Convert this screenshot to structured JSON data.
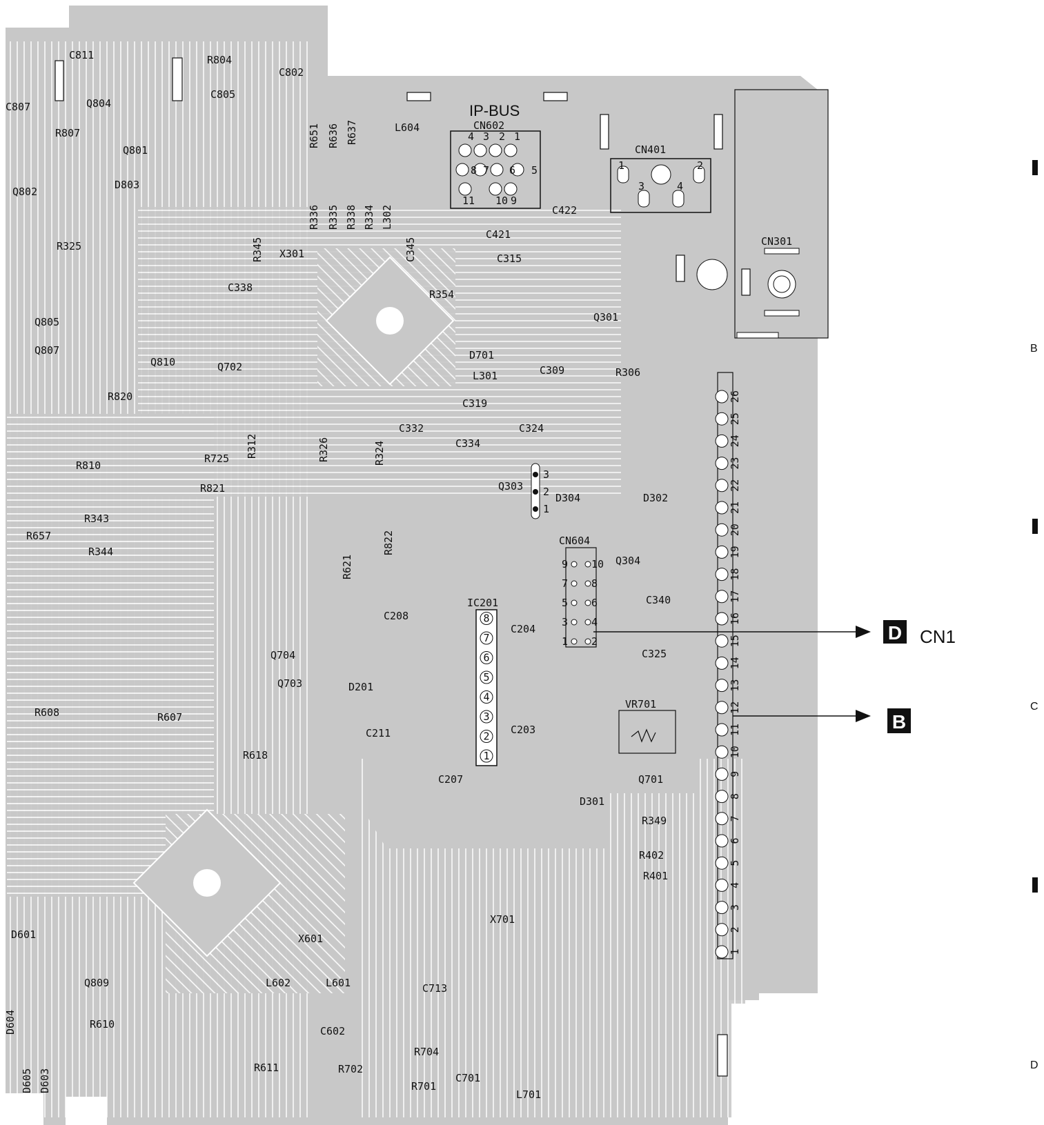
{
  "diagram": {
    "connector_labels": {
      "ip_bus": "IP-BUS",
      "cn602": "CN602",
      "cn401": "CN401",
      "cn301": "CN301",
      "cn604": "CN604",
      "ic201": "IC201",
      "vr701": "VR701"
    },
    "cn602_pins": [
      "1",
      "2",
      "3",
      "4",
      "5",
      "6",
      "7",
      "8",
      "9",
      "10",
      "11"
    ],
    "cn401_pins": [
      "1",
      "2",
      "3",
      "4"
    ],
    "cn604_pins": [
      "1",
      "2",
      "3",
      "4",
      "5",
      "6",
      "7",
      "8",
      "9",
      "10"
    ],
    "ic201_pins": [
      "1",
      "2",
      "3",
      "4",
      "5",
      "6",
      "7",
      "8"
    ],
    "q303_pins": [
      "1",
      "2",
      "3"
    ],
    "header_pins": [
      "1",
      "2",
      "3",
      "4",
      "5",
      "6",
      "7",
      "8",
      "9",
      "10",
      "11",
      "12",
      "13",
      "14",
      "15",
      "16",
      "17",
      "18",
      "19",
      "20",
      "21",
      "22",
      "23",
      "24",
      "25",
      "26"
    ],
    "components": [
      {
        "ref": "C811"
      },
      {
        "ref": "R804"
      },
      {
        "ref": "C802"
      },
      {
        "ref": "C807"
      },
      {
        "ref": "Q804"
      },
      {
        "ref": "C805"
      },
      {
        "ref": "R807"
      },
      {
        "ref": "Q801"
      },
      {
        "ref": "D803"
      },
      {
        "ref": "Q802"
      },
      {
        "ref": "R651"
      },
      {
        "ref": "R636"
      },
      {
        "ref": "R637"
      },
      {
        "ref": "L604"
      },
      {
        "ref": "R336"
      },
      {
        "ref": "R335"
      },
      {
        "ref": "R338"
      },
      {
        "ref": "R334"
      },
      {
        "ref": "L302"
      },
      {
        "ref": "C345"
      },
      {
        "ref": "C421"
      },
      {
        "ref": "C422"
      },
      {
        "ref": "R325"
      },
      {
        "ref": "R345"
      },
      {
        "ref": "X301"
      },
      {
        "ref": "C315"
      },
      {
        "ref": "C338"
      },
      {
        "ref": "R354"
      },
      {
        "ref": "Q805"
      },
      {
        "ref": "Q807"
      },
      {
        "ref": "Q301"
      },
      {
        "ref": "Q810"
      },
      {
        "ref": "D701"
      },
      {
        "ref": "Q702"
      },
      {
        "ref": "L301"
      },
      {
        "ref": "C309"
      },
      {
        "ref": "R306"
      },
      {
        "ref": "R820"
      },
      {
        "ref": "C319"
      },
      {
        "ref": "C332"
      },
      {
        "ref": "C324"
      },
      {
        "ref": "R312"
      },
      {
        "ref": "R326"
      },
      {
        "ref": "R324"
      },
      {
        "ref": "C334"
      },
      {
        "ref": "R725"
      },
      {
        "ref": "R810"
      },
      {
        "ref": "Q303"
      },
      {
        "ref": "R821"
      },
      {
        "ref": "D304"
      },
      {
        "ref": "D302"
      },
      {
        "ref": "R343"
      },
      {
        "ref": "R822"
      },
      {
        "ref": "R657"
      },
      {
        "ref": "R344"
      },
      {
        "ref": "R621"
      },
      {
        "ref": "Q304"
      },
      {
        "ref": "C340"
      },
      {
        "ref": "C208"
      },
      {
        "ref": "C204"
      },
      {
        "ref": "Q704"
      },
      {
        "ref": "C325"
      },
      {
        "ref": "Q703"
      },
      {
        "ref": "D201"
      },
      {
        "ref": "R608"
      },
      {
        "ref": "R607"
      },
      {
        "ref": "C211"
      },
      {
        "ref": "C203"
      },
      {
        "ref": "R618"
      },
      {
        "ref": "Q701"
      },
      {
        "ref": "C207"
      },
      {
        "ref": "D301"
      },
      {
        "ref": "R349"
      },
      {
        "ref": "R402"
      },
      {
        "ref": "R401"
      },
      {
        "ref": "X701"
      },
      {
        "ref": "D601"
      },
      {
        "ref": "X601"
      },
      {
        "ref": "L602"
      },
      {
        "ref": "L601"
      },
      {
        "ref": "Q809"
      },
      {
        "ref": "C713"
      },
      {
        "ref": "R610"
      },
      {
        "ref": "C602"
      },
      {
        "ref": "D604"
      },
      {
        "ref": "R704"
      },
      {
        "ref": "R611"
      },
      {
        "ref": "R702"
      },
      {
        "ref": "D605"
      },
      {
        "ref": "D603"
      },
      {
        "ref": "R701"
      },
      {
        "ref": "C701"
      },
      {
        "ref": "L701"
      }
    ],
    "callouts": {
      "d_box": "D",
      "cn1": "CN1",
      "b_box": "B"
    },
    "edge_letters": [
      "B",
      "C",
      "D"
    ],
    "colors": {
      "copper": "#c8c8c8",
      "trace": "#ffffff",
      "ink": "#111111"
    }
  }
}
